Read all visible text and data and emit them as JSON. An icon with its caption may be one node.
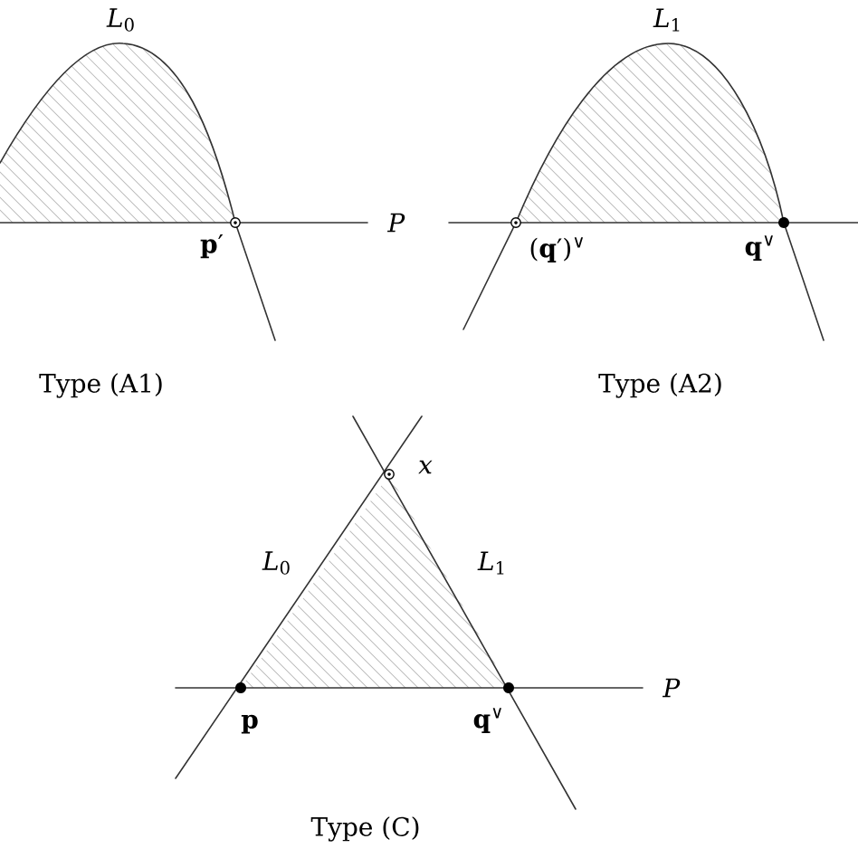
{
  "diagram": {
    "labels": [
      "*L*$_{0}$",
      "*L*$_{1}$",
      "*P*",
      "**p**′",
      "(**q**′)$^{∨}$",
      "**q**$^{∨}$",
      "Type (A1)",
      "Type (A2)",
      "*x*",
      "*L*$_{0}$",
      "*L*$_{1}$",
      "*P*",
      "**p**",
      "**q**$^{∨}$",
      "Type (C)"
    ]
  }
}
